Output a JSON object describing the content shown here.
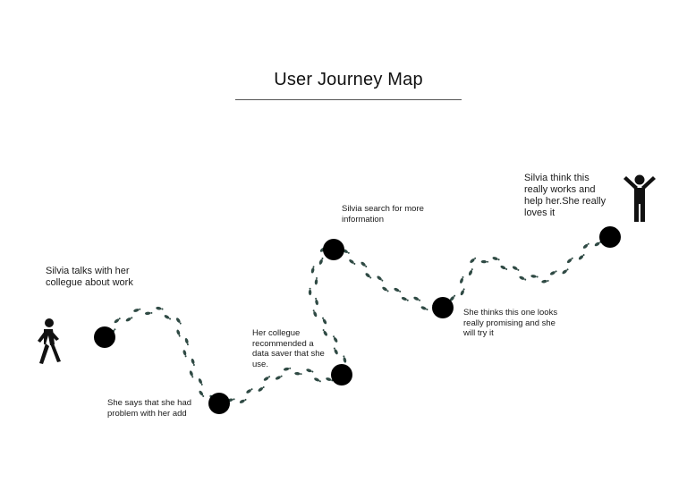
{
  "title": "User Journey Map",
  "notes": {
    "talks": "Silvia talks with her\ncollegue about work",
    "problem": "She says that she had\nproblem with her add",
    "recommended": "Her collegue\nrecommended a\ndata saver that she\nuse.",
    "search": "Silvia search for more\ninformation",
    "promising": "She thinks this one looks\nreally promising and she\nwill try it",
    "loves": "Silvia think this\nreally works and\nhelp her.She really\nloves it"
  },
  "icons": {
    "start": "walking-person-icon",
    "end": "celebrating-person-icon",
    "step": "footprints-icon"
  },
  "colors": {
    "ink": "#000000",
    "footprint": "#2f4a44",
    "rule": "#555555"
  }
}
